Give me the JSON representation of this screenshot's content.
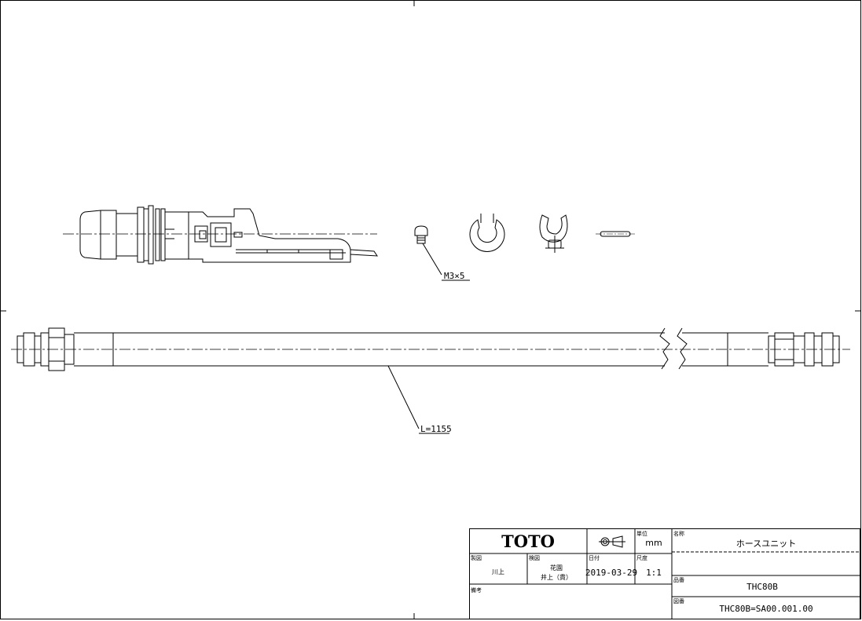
{
  "annotations": {
    "screw": "M3×5",
    "hose_length": "L=1155"
  },
  "title_block": {
    "logo": "TOTO",
    "unit_label": "単位",
    "unit_value": "mm",
    "name_label": "名称",
    "name_value": "ホースユニット",
    "drawn_label": "製図",
    "drawn_value": "川上",
    "checked_label": "検図",
    "checked_value_1": "花園",
    "checked_value_2": "井上（貴）",
    "date_label": "日付",
    "date_value": "2019-03-29",
    "scale_label": "尺度",
    "scale_value": "1:1",
    "remarks_label": "備考",
    "part_no_label": "品番",
    "part_no_value": "THC80B",
    "drawing_no_label": "図番",
    "drawing_no_value": "THC80B=SA00.001.00"
  }
}
